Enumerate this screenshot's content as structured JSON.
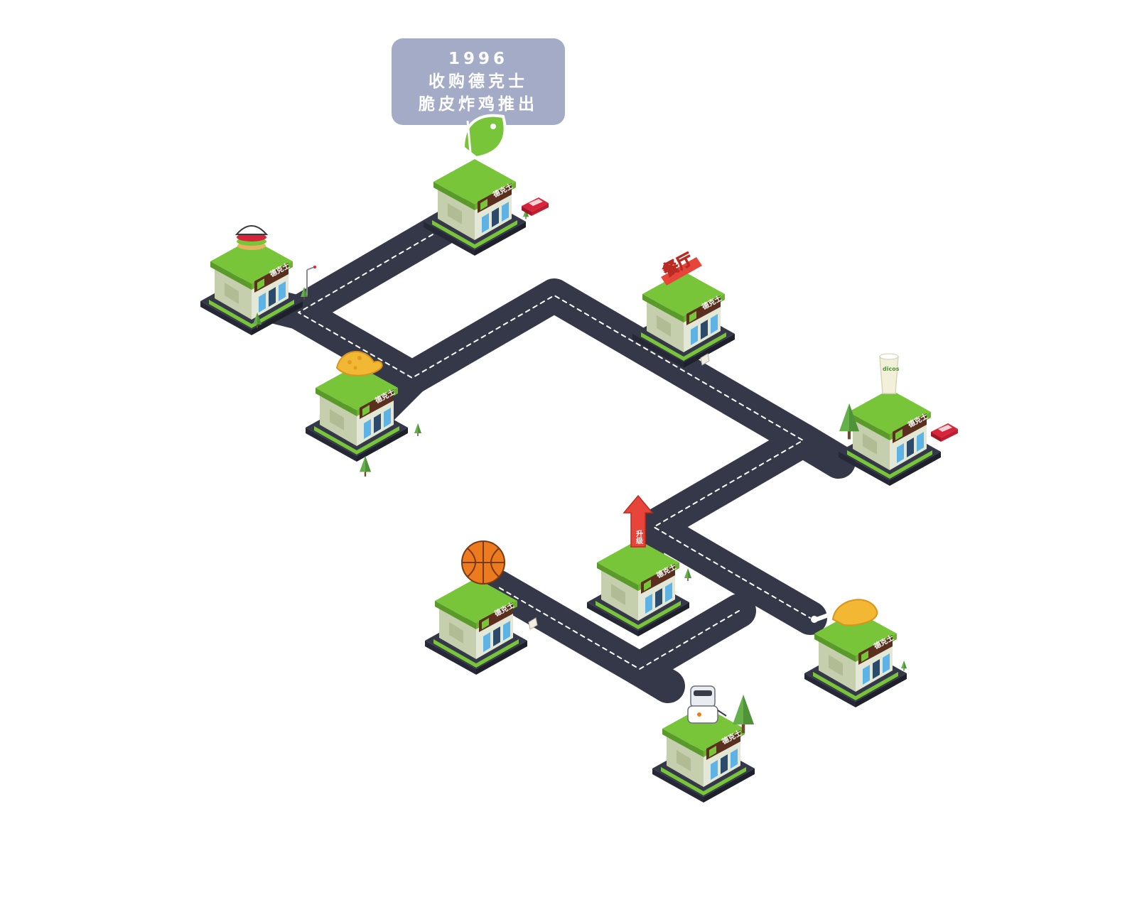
{
  "tooltip": {
    "year": "1996",
    "line1": "收购德克士",
    "line2": "脆皮炸鸡推出"
  },
  "store_sign_text": "德克士",
  "upgrade_text": "升级",
  "shop_sign_text": "餐厅",
  "cup_brand_text": "dicos",
  "colors": {
    "road": "#353848",
    "road_dash": "#ffffff",
    "grass": "#79c53a",
    "grass_dark": "#5a9a2a",
    "wall": "#d6dcc4",
    "sign": "#5a2f1e",
    "tooltip_bg": "#a3abc6",
    "car": "#d8243a",
    "tree": "#66b04a"
  },
  "stores": [
    {
      "id": "store-1",
      "landmark": "leaf-logo-landmark"
    },
    {
      "id": "store-2",
      "landmark": "burger-landmark"
    },
    {
      "id": "store-3",
      "landmark": "chicken-wing-landmark"
    },
    {
      "id": "store-4",
      "landmark": "restaurant-sign-landmark"
    },
    {
      "id": "store-5",
      "landmark": "drink-cup-landmark"
    },
    {
      "id": "store-6",
      "landmark": "upgrade-arrow-landmark"
    },
    {
      "id": "store-7",
      "landmark": "basketball-landmark"
    },
    {
      "id": "store-8",
      "landmark": "fried-chicken-landmark"
    },
    {
      "id": "store-9",
      "landmark": "robot-landmark"
    }
  ]
}
